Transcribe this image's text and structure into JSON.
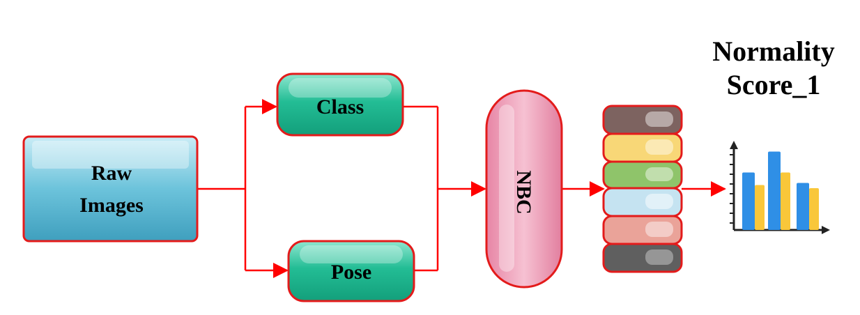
{
  "nodes": {
    "raw_images": {
      "line1": "Raw",
      "line2": "Images"
    },
    "class": {
      "label": "Class"
    },
    "pose": {
      "label": "Pose"
    },
    "nbc": {
      "label": "NBC"
    }
  },
  "output": {
    "title_line1": "Normality",
    "title_line2": "Score_1"
  },
  "colors": {
    "arrow": "#ff0000",
    "raw_box": "#5bb7d0",
    "feature_box": "#1fb892",
    "nbc_box": "#ef9fb7",
    "stack": [
      "#7d6360",
      "#f8d777",
      "#8fc46a",
      "#c5e3f1",
      "#eaa399",
      "#5f5f5f"
    ],
    "bars_blue": "#2f8fe6",
    "bars_yellow": "#f9c73a"
  },
  "chart_icon": {
    "blue": [
      0.55,
      0.75,
      0.45
    ],
    "yellow": [
      0.43,
      0.55,
      0.4
    ]
  }
}
